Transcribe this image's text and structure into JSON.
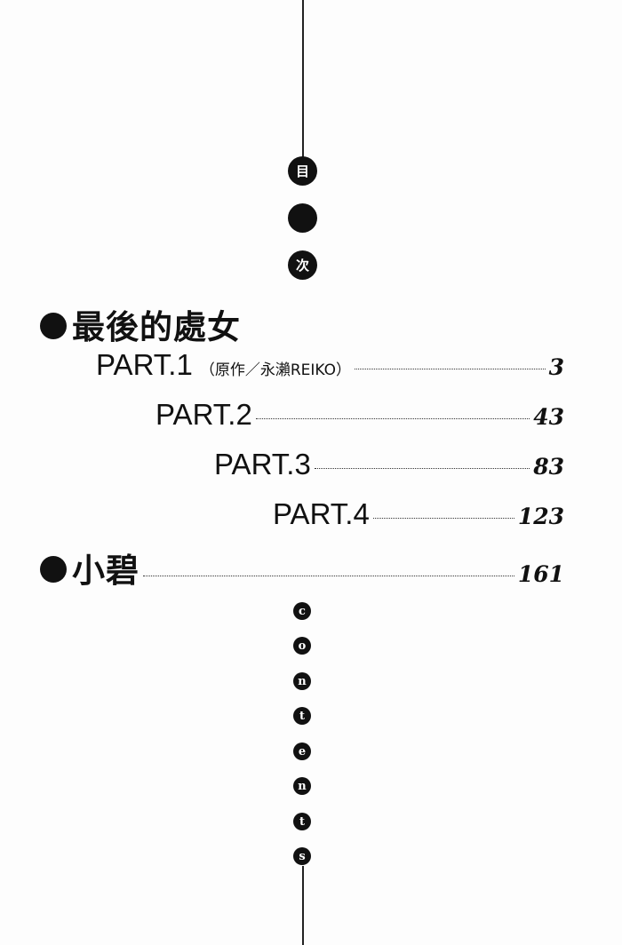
{
  "header": {
    "circles": [
      "目",
      "",
      "次"
    ]
  },
  "stories": [
    {
      "title": "最後的處女",
      "parts": [
        {
          "label": "PART.1",
          "note": "（原作／永瀨REIKO）",
          "page": "3"
        },
        {
          "label": "PART.2",
          "page": "43"
        },
        {
          "label": "PART.3",
          "page": "83"
        },
        {
          "label": "PART.4",
          "page": "123"
        }
      ]
    },
    {
      "title": "小碧",
      "page": "161"
    }
  ],
  "contents_letters": [
    "c",
    "o",
    "n",
    "t",
    "e",
    "n",
    "t",
    "s"
  ]
}
